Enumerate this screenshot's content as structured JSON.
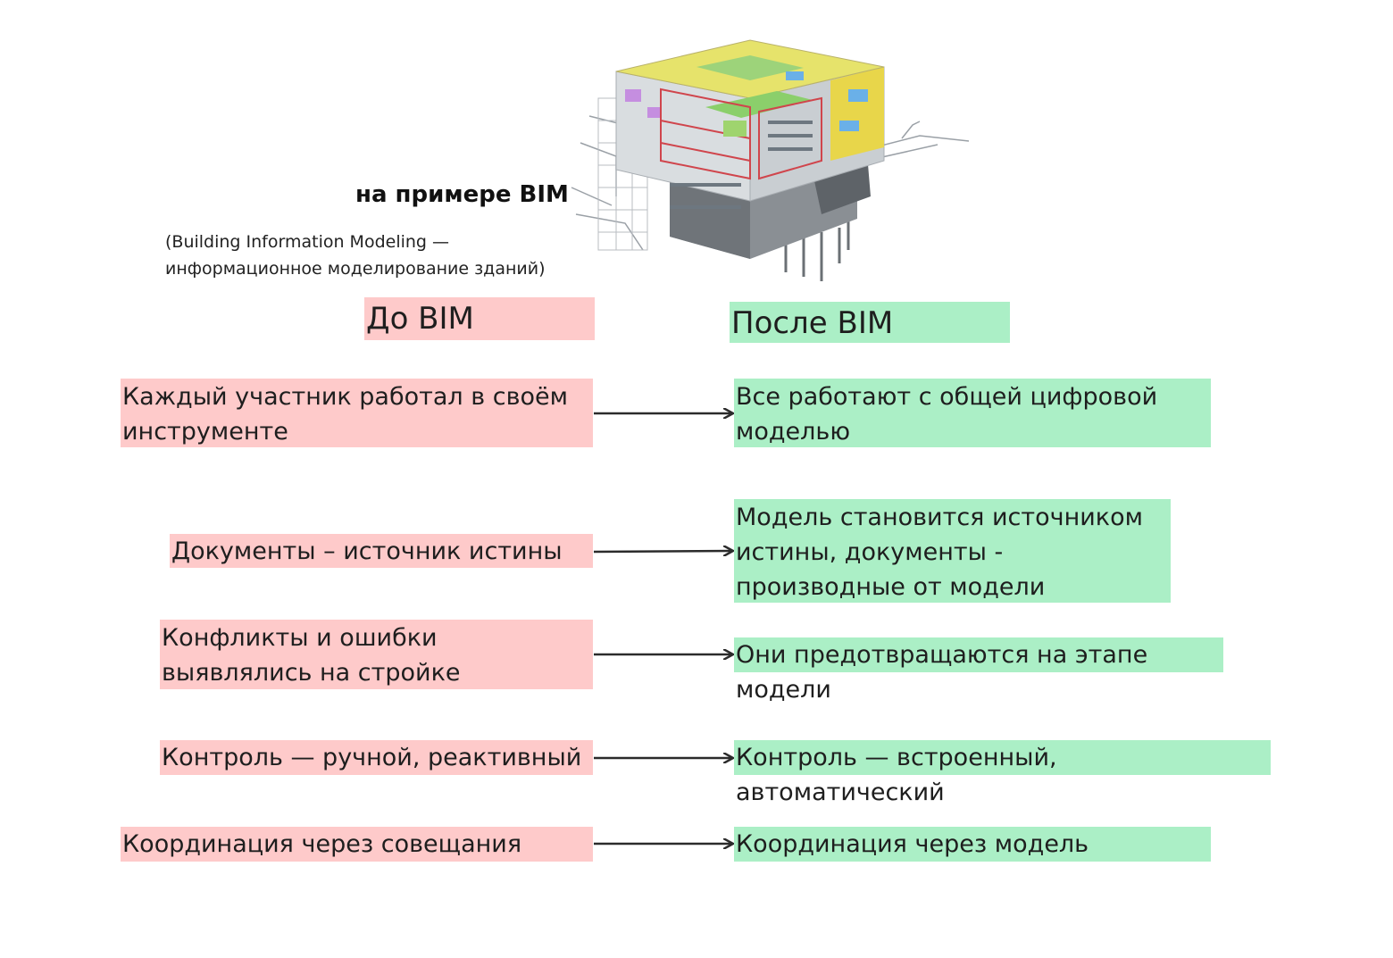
{
  "header": {
    "title": "на примере BIM",
    "subtitle": "(Building Information Modeling — информационное моделирование зданий)"
  },
  "columns": {
    "before": "До BIM",
    "after": "После BIM"
  },
  "rows": [
    {
      "before": " Каждый участник работал в своём инструменте",
      "after": "Все работают с общей цифровой моделью"
    },
    {
      "before": "Документы – источник истины",
      "after": " Модель становится источником истины, документы - производные от модели"
    },
    {
      "before": "Конфликты и ошибки выявлялись на стройке",
      "after": "Они предотвращаются на этапе модели"
    },
    {
      "before": "Контроль — ручной, реактивный",
      "after": "Контроль — встроенный, автоматический"
    },
    {
      "before": "Координация через совещания",
      "after": "Координация через модель"
    }
  ],
  "colors": {
    "before_fill": "#fecaca",
    "after_fill": "#abefc6",
    "arrow": "#2b2b2b"
  },
  "image": {
    "icon": "bim-building-model-icon"
  }
}
